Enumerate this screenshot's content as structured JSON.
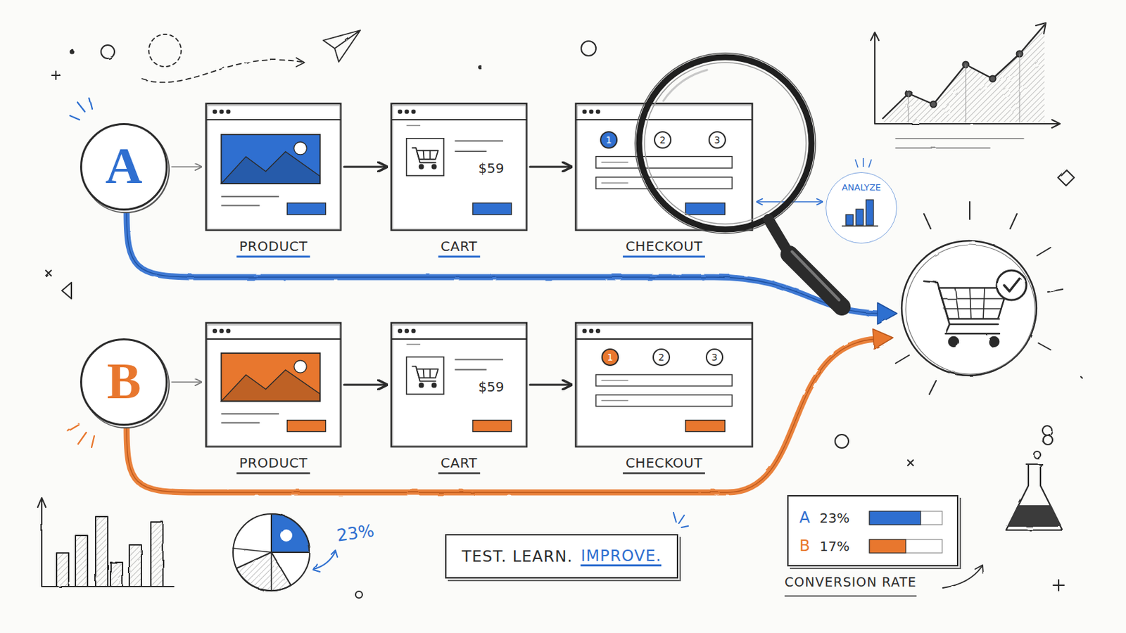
{
  "diagram": {
    "nodes": [
      {
        "text": [
          "A"
        ]
      },
      {
        "text": [
          "PRODUCT"
        ]
      },
      {
        "text": [
          "$59",
          "CART"
        ]
      },
      {
        "text": [
          "CHECKOUT"
        ]
      },
      {
        "text": [
          "1"
        ],
        "in": 3
      },
      {
        "text": [
          "2"
        ],
        "in": 3
      },
      {
        "text": [
          "3"
        ],
        "in": 3
      },
      {
        "text": [
          "ANALYZE"
        ]
      },
      {
        "text": [
          "B"
        ]
      },
      {
        "text": [
          "PRODUCT"
        ]
      },
      {
        "text": [
          "$59",
          "CART"
        ]
      },
      {
        "text": [
          "CHECKOUT"
        ]
      },
      {
        "text": [
          "1"
        ],
        "in": 11
      },
      {
        "text": [
          "2"
        ],
        "in": 11
      },
      {
        "text": [
          "3"
        ],
        "in": 11
      },
      {
        "text": [
          "TEST. LEARN.",
          "IMPROVE."
        ]
      },
      {
        "text": [
          "A",
          "23%",
          "B",
          "17%",
          "CONVERSION RATE"
        ]
      }
    ],
    "edges": [
      {
        "from": 0,
        "to": 1,
        "arrow": "to"
      },
      {
        "from": 1,
        "to": 2,
        "arrow": "to"
      },
      {
        "from": 2,
        "to": 3,
        "arrow": "to"
      },
      {
        "from": 4,
        "to": 5,
        "arrow": "none"
      },
      {
        "from": 5,
        "to": 6,
        "arrow": "none"
      },
      {
        "from": 3,
        "to": 7,
        "arrow": "both"
      },
      {
        "from": 8,
        "to": 9,
        "arrow": "to"
      },
      {
        "from": 9,
        "to": 10,
        "arrow": "to"
      },
      {
        "from": 10,
        "to": 11,
        "arrow": "to"
      },
      {
        "from": 12,
        "to": 13,
        "arrow": "none"
      },
      {
        "from": 13,
        "to": 14,
        "arrow": "none"
      }
    ],
    "labels": [
      "23%"
    ]
  }
}
